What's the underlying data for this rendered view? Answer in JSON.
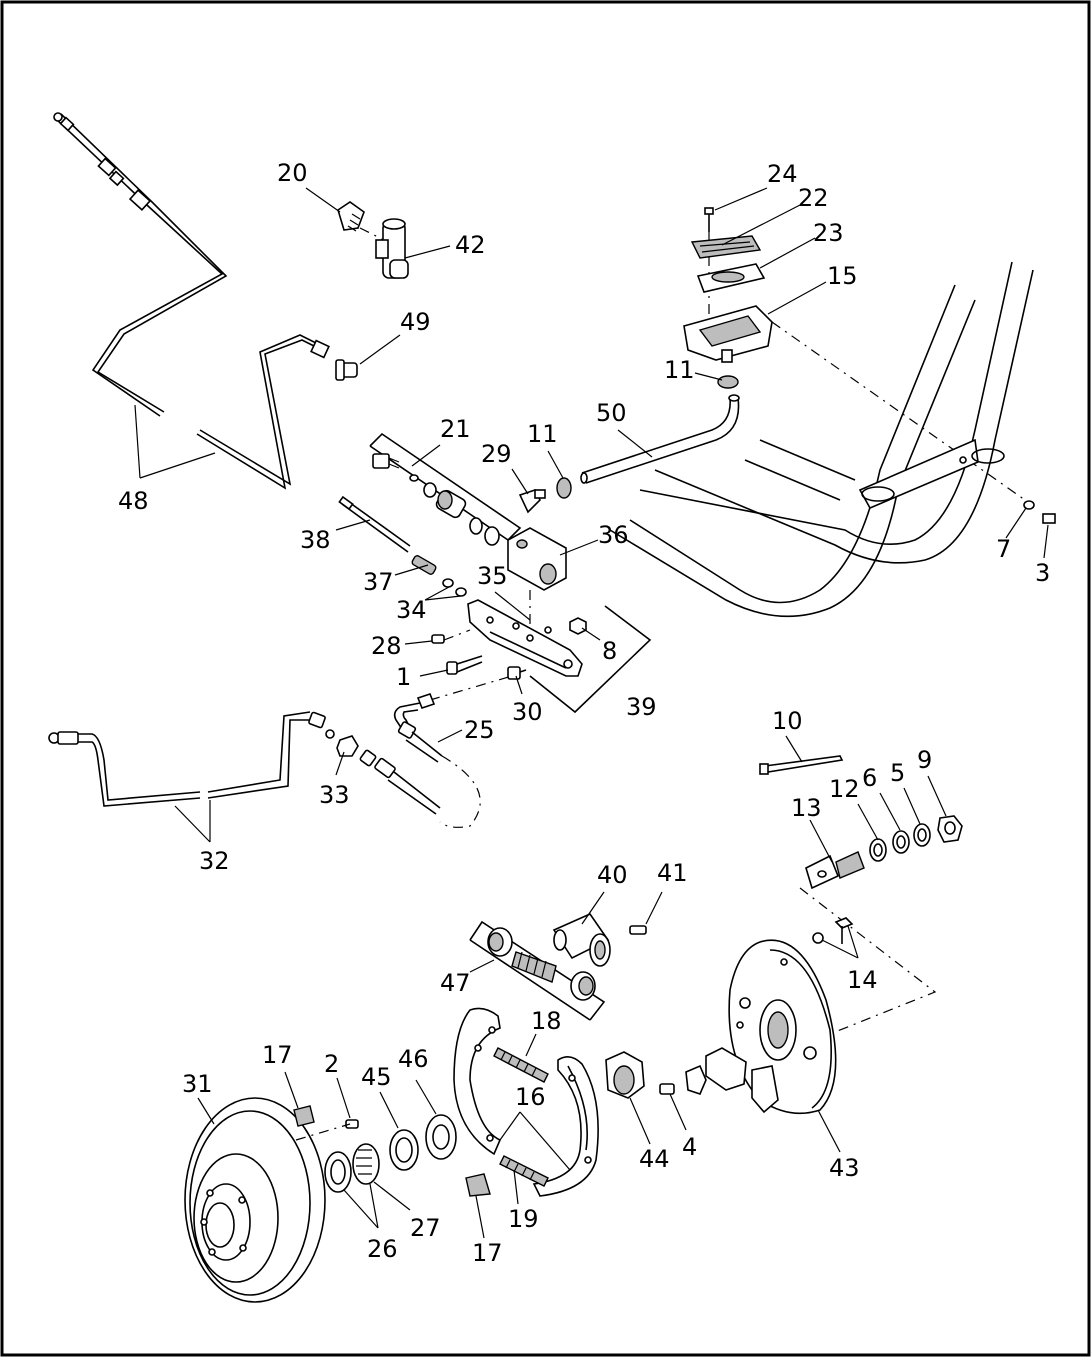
{
  "callouts": [
    {
      "id": "c20",
      "text": "20"
    },
    {
      "id": "c42",
      "text": "42"
    },
    {
      "id": "c24",
      "text": "24"
    },
    {
      "id": "c22",
      "text": "22"
    },
    {
      "id": "c23",
      "text": "23"
    },
    {
      "id": "c15",
      "text": "15"
    },
    {
      "id": "c49",
      "text": "49"
    },
    {
      "id": "c11a",
      "text": "11"
    },
    {
      "id": "c50",
      "text": "50"
    },
    {
      "id": "c21",
      "text": "21"
    },
    {
      "id": "c11b",
      "text": "11"
    },
    {
      "id": "c29",
      "text": "29"
    },
    {
      "id": "c48",
      "text": "48"
    },
    {
      "id": "c38",
      "text": "38"
    },
    {
      "id": "c36",
      "text": "36"
    },
    {
      "id": "c7",
      "text": "7"
    },
    {
      "id": "c3",
      "text": "3"
    },
    {
      "id": "c37",
      "text": "37"
    },
    {
      "id": "c35",
      "text": "35"
    },
    {
      "id": "c34",
      "text": "34"
    },
    {
      "id": "c28",
      "text": "28"
    },
    {
      "id": "c8",
      "text": "8"
    },
    {
      "id": "c1",
      "text": "1"
    },
    {
      "id": "c30",
      "text": "30"
    },
    {
      "id": "c39",
      "text": "39"
    },
    {
      "id": "c25",
      "text": "25"
    },
    {
      "id": "c10",
      "text": "10"
    },
    {
      "id": "c12",
      "text": "12"
    },
    {
      "id": "c6",
      "text": "6"
    },
    {
      "id": "c5",
      "text": "5"
    },
    {
      "id": "c9",
      "text": "9"
    },
    {
      "id": "c13",
      "text": "13"
    },
    {
      "id": "c33",
      "text": "33"
    },
    {
      "id": "c32",
      "text": "32"
    },
    {
      "id": "c40",
      "text": "40"
    },
    {
      "id": "c41",
      "text": "41"
    },
    {
      "id": "c47",
      "text": "47"
    },
    {
      "id": "c14",
      "text": "14"
    },
    {
      "id": "c18",
      "text": "18"
    },
    {
      "id": "c17a",
      "text": "17"
    },
    {
      "id": "c2",
      "text": "2"
    },
    {
      "id": "c45",
      "text": "45"
    },
    {
      "id": "c46",
      "text": "46"
    },
    {
      "id": "c31",
      "text": "31"
    },
    {
      "id": "c16",
      "text": "16"
    },
    {
      "id": "c44",
      "text": "44"
    },
    {
      "id": "c4",
      "text": "4"
    },
    {
      "id": "c43",
      "text": "43"
    },
    {
      "id": "c27",
      "text": "27"
    },
    {
      "id": "c19",
      "text": "19"
    },
    {
      "id": "c26",
      "text": "26"
    },
    {
      "id": "c17b",
      "text": "17"
    }
  ],
  "colors": {
    "line": "#000000",
    "background": "#ffffff",
    "shade": "#bdbdbd"
  }
}
